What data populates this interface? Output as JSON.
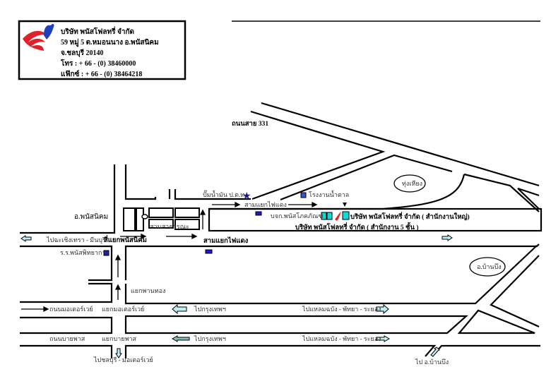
{
  "header": {
    "company": "บริษัท  พนัสโฟลทรี่ จำกัด",
    "address": "59  หมู่ 5 ต.หมอนนาง อ.พนัสนิคม",
    "province": "จ.ชลบุรี 20140",
    "phone": "โทร     : + 66 - (0) 38460000",
    "fax": "แฟ๊กซ์ : + 66 - (0) 38464218"
  },
  "labels": {
    "route331": "ถนนสาย 331",
    "ptt_station": "ปั๊มน้ำมัน ป.ต.ท.",
    "sugar_factory": "โรงงานน้ำตาล",
    "thung_khiang": "ทุ่งเหียง",
    "traffic_light_junction_small": "สามแยกไฟแดง",
    "phanat_nikhom_district": "อ.พนัสนิคม",
    "phanat_phokaphan": "บจก.พนัสโภคภัณฑ์",
    "head_office": "บริษัท พนัสโฟลทรี่ จำกัด ( สำนักงานใหญ่)",
    "office_5_floor": "บริษัท พนัสโฟลทรี่ จำกัด ( สำนักงาน  5 ชั้น )",
    "public_park": "สวนสาธารณะ",
    "to_chachoengsao": "ไปฉะเชิงเทรา - มีนบุรี",
    "phanat_intersection": "สี่แยกพนัสนิคม",
    "traffic_light_junction": "สามแยกไฟแดง",
    "school": "ร.ร.พนัสพิทยาการ",
    "ban_bueng_district": "อ.บ้านบึง",
    "phan_thong_junction": "แยกพานทอง",
    "motorway_road": "ถนนมอเตอร์เวย์",
    "motorway_junction": "แยกมอเตอร์เวย์",
    "to_bangkok_1": "ไปกรุงเทพฯ",
    "to_laem_chabang_1": "ไปแหลมฉบัง - พัทยา - ระยอง",
    "bypass_road": "ถนนบายพาส",
    "bypass_junction": "แยกบายพาส",
    "to_bangkok_2": "ไปกรุงเทพฯ",
    "to_laem_chabang_2": "ไปแหลมฉบัง - พัทยา - ระยอง",
    "to_chonburi": "ไปชลบุรี - มอเตอร์เวย์",
    "to_ban_bueng": "ไป อ.บ้านบึง"
  },
  "colors": {
    "marker_blue": "#1a1ad0",
    "arrow_fill": "#bfeff5",
    "logo_red": "#e0202a",
    "logo_blue": "#1f3fbf",
    "building_cyan": "#12d8d8"
  }
}
